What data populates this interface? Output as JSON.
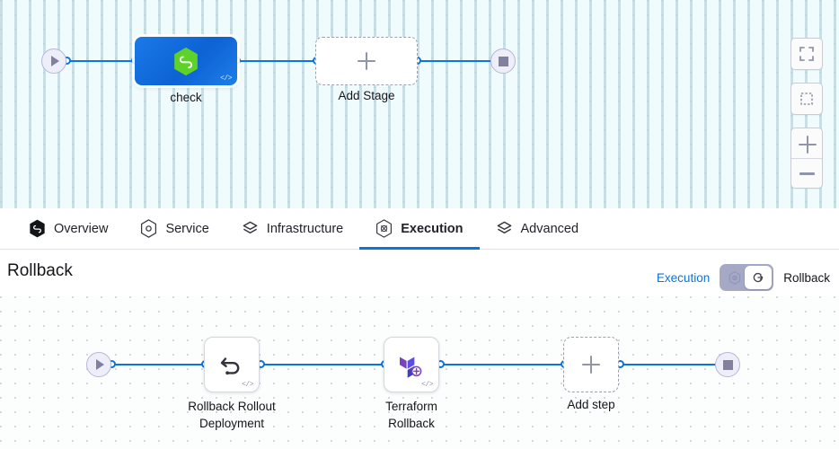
{
  "top_canvas": {
    "start_node": {
      "icon": "play-icon"
    },
    "stage": {
      "label": "check",
      "icon": "harness-hexagon-icon",
      "badge": "</>",
      "selected": true
    },
    "add_stage": {
      "label": "Add Stage",
      "icon": "plus-icon"
    },
    "end_node": {
      "icon": "stop-square-icon"
    },
    "toolbar": {
      "fullscreen": "fullscreen-icon",
      "select_box": "selection-box-icon",
      "zoom_in": "plus-icon",
      "zoom_out": "minus-icon"
    }
  },
  "tabs": [
    {
      "label": "Overview",
      "icon": "harness-hexagon-icon",
      "active": false
    },
    {
      "label": "Service",
      "icon": "service-hexagon-icon",
      "active": false
    },
    {
      "label": "Infrastructure",
      "icon": "layers-icon",
      "active": false
    },
    {
      "label": "Execution",
      "icon": "execution-hexagon-icon",
      "active": true
    },
    {
      "label": "Advanced",
      "icon": "layers-icon",
      "active": false
    }
  ],
  "rollback_section": {
    "title": "Rollback",
    "toggle": {
      "left_label": "Execution",
      "right_label": "Rollback",
      "left_icon": "execution-hexagon-icon",
      "right_icon": "rollback-circle-icon",
      "selected": "Rollback"
    }
  },
  "bottom_canvas": {
    "start_node": {
      "icon": "play-icon"
    },
    "steps": [
      {
        "label": "Rollback Rollout\nDeployment",
        "icon": "undo-arrow-icon",
        "badge": "</>"
      },
      {
        "label": "Terraform\nRollback",
        "icon": "terraform-icon",
        "badge": "</>"
      }
    ],
    "add_step": {
      "label": "Add step",
      "icon": "plus-icon"
    },
    "end_node": {
      "icon": "stop-square-icon"
    }
  },
  "colors": {
    "accent_blue": "#0a74e0",
    "canvas_top_bg": "#effbfd",
    "canvas_bottom_bg": "#fcfdfd",
    "harness_green": "#5fd22a",
    "terraform_purple": "#7b42bc",
    "toggle_track": "#a5a9c6"
  }
}
